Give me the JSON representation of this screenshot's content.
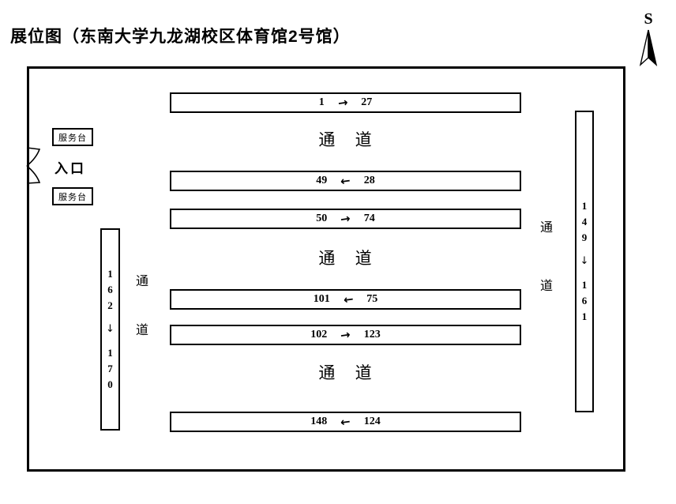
{
  "title": "展位图（东南大学九龙湖校区体育馆2号馆）",
  "compass": {
    "label": "S"
  },
  "hall": {
    "booth_rows": [
      {
        "start": "1",
        "arrow": "→",
        "end": "27"
      },
      {
        "start": "49",
        "arrow": "←",
        "end": "28"
      },
      {
        "start": "50",
        "arrow": "→",
        "end": "74"
      },
      {
        "start": "101",
        "arrow": "←",
        "end": "75"
      },
      {
        "start": "102",
        "arrow": "→",
        "end": "123"
      },
      {
        "start": "148",
        "arrow": "←",
        "end": "124"
      }
    ],
    "aisle_labels": [
      "通 道",
      "通 道",
      "通 道"
    ],
    "left_aisle_vertical": [
      "通",
      "道"
    ],
    "right_aisle_vertical": [
      "通",
      "道"
    ],
    "left_booth_column": [
      "1",
      "6",
      "2",
      "↓",
      "1",
      "7",
      "0"
    ],
    "right_booth_column": [
      "1",
      "4",
      "9",
      "↓",
      "1",
      "6",
      "1"
    ],
    "service_desks": [
      "服务台",
      "服务台"
    ],
    "entrance_label": "入口"
  },
  "colors": {
    "line": "#000000",
    "background": "#ffffff"
  }
}
